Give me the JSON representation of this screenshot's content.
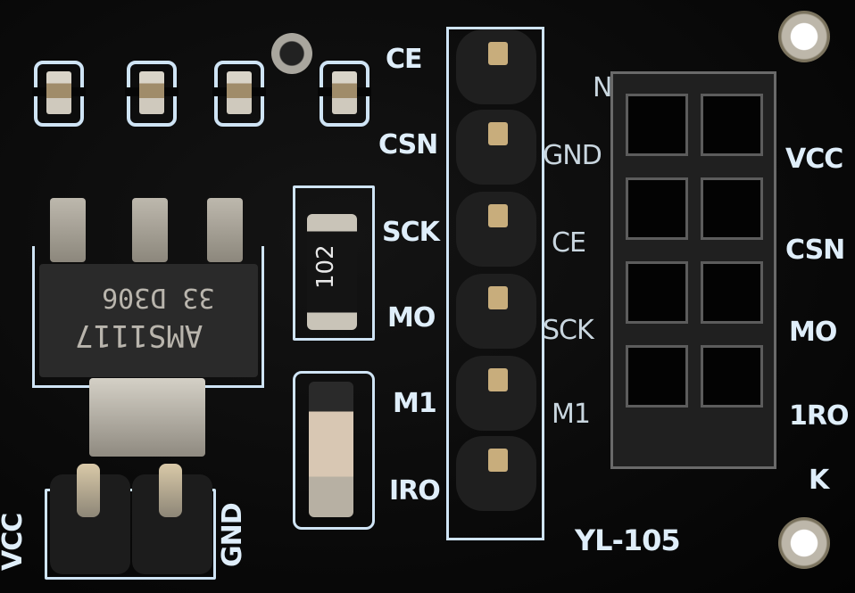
{
  "board": {
    "model": "YL-105",
    "regulator": {
      "line1": "AMS1117",
      "line2": "33   D306"
    },
    "resistor_code": "102",
    "left_labels": [
      "CE",
      "CSN",
      "SCK",
      "MO",
      "M1",
      "IRO"
    ],
    "mid_labels": [
      "GND",
      "CE",
      "SCK",
      "M1"
    ],
    "right_labels": [
      "VCC",
      "CSN",
      "MO",
      "1RO"
    ],
    "socket_top_label": "N",
    "socket_bottom_label": "K",
    "power_labels": {
      "vcc": "VCC",
      "gnd": "GND"
    }
  }
}
